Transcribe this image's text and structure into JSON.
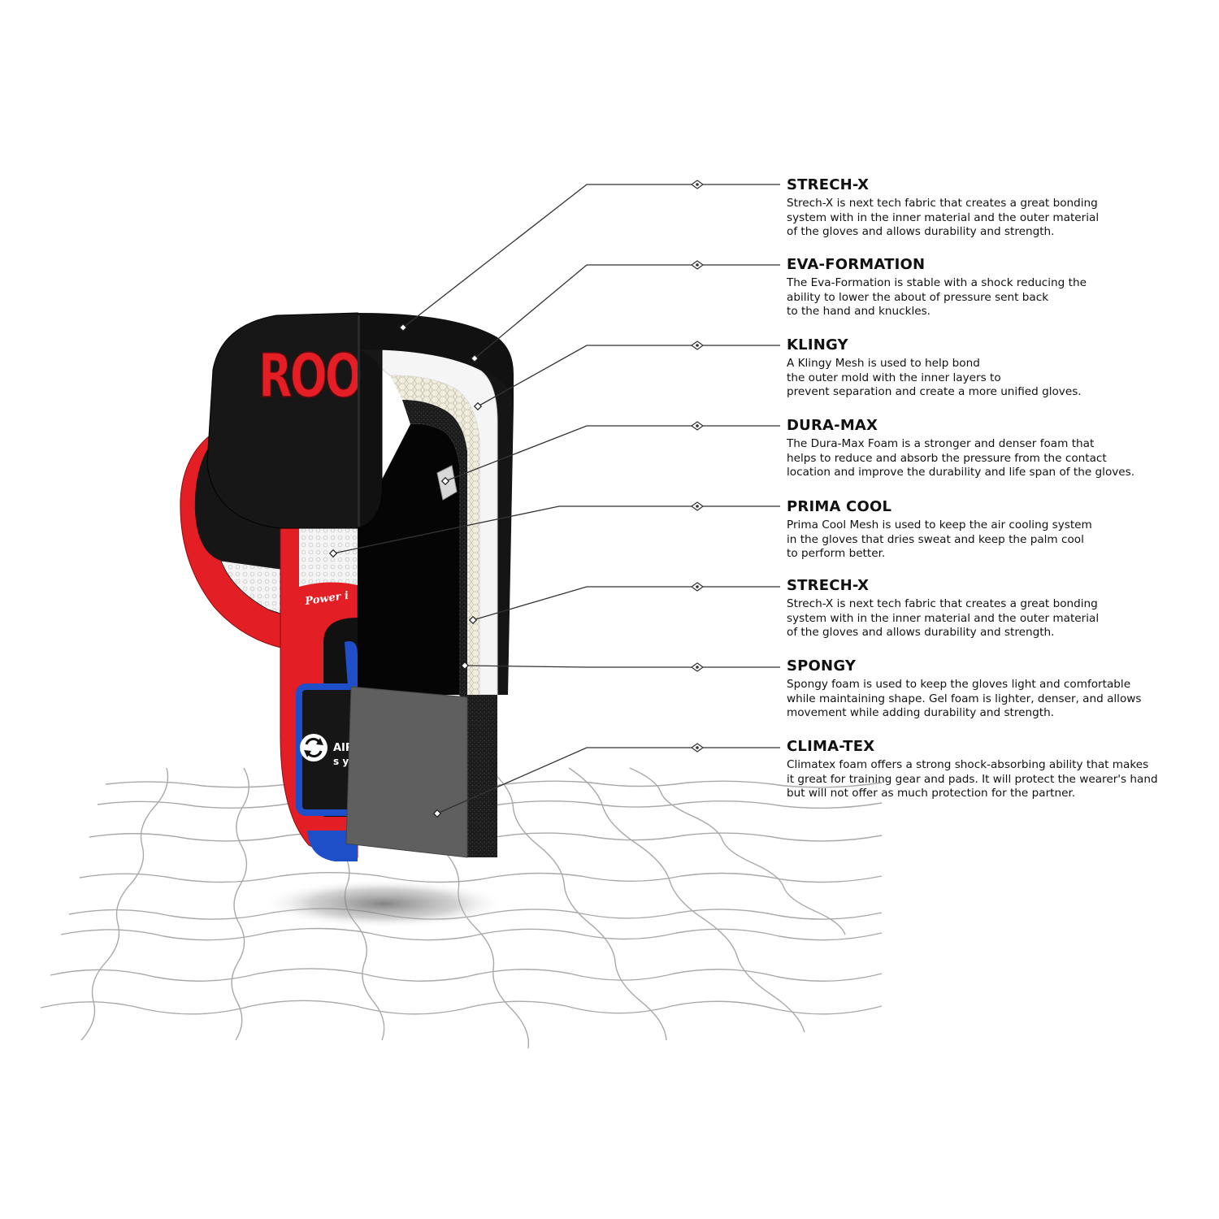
{
  "brand": {
    "logo_text": "ROO",
    "tagline": "Power i",
    "strap_text_line1": "AIR C",
    "strap_text_line2": "s y"
  },
  "colors": {
    "glove_red": "#e31e24",
    "glove_black": "#141414",
    "strap_blue": "#1f4fc8",
    "mesh_white": "#f2f2f2",
    "klingy_cream": "#efece0",
    "cuff_gray": "#5c5c5c",
    "leader_line": "#333333",
    "floor_grid": "#a9a9a9"
  },
  "callouts": [
    {
      "title": "STRECH-X",
      "lines": [
        "Strech-X is next tech fabric that creates a great bonding",
        "system with in the inner material and the outer material",
        "of the gloves and allows durability and strength."
      ]
    },
    {
      "title": "EVA-FORMATION",
      "lines": [
        "The Eva-Formation is stable with a shock reducing the",
        "ability to lower the about of pressure sent back",
        "to the hand and knuckles."
      ]
    },
    {
      "title": "KLINGY",
      "lines": [
        "A Klingy Mesh is used to help bond",
        "the outer mold with the inner layers to",
        "prevent separation and create a more unified gloves."
      ]
    },
    {
      "title": "DURA-MAX",
      "lines": [
        "The Dura-Max Foam is a stronger and denser foam that",
        "helps to reduce and absorb the pressure from the contact",
        "location and improve the durability and life span of the gloves."
      ]
    },
    {
      "title": "PRIMA COOL",
      "lines": [
        "Prima Cool Mesh is used to keep the air cooling system",
        "in the gloves that dries sweat and keep the palm cool",
        "to perform better."
      ]
    },
    {
      "title": "STRECH-X",
      "lines": [
        "Strech-X is next tech fabric that creates a great bonding",
        "system with in the inner material and the outer material",
        "of the gloves and allows durability and strength."
      ]
    },
    {
      "title": "SPONGY",
      "lines": [
        "Spongy foam is used to keep the gloves light and comfortable",
        "while maintaining shape. Gel foam is lighter, denser, and allows",
        "movement while adding durability and strength."
      ]
    },
    {
      "title": "CLIMA-TEX",
      "lines": [
        "Climatex foam offers a strong shock-absorbing ability that makes",
        "it great for training gear and pads. It will protect the wearer's hand",
        "but will not offer as much protection for the partner."
      ]
    }
  ]
}
